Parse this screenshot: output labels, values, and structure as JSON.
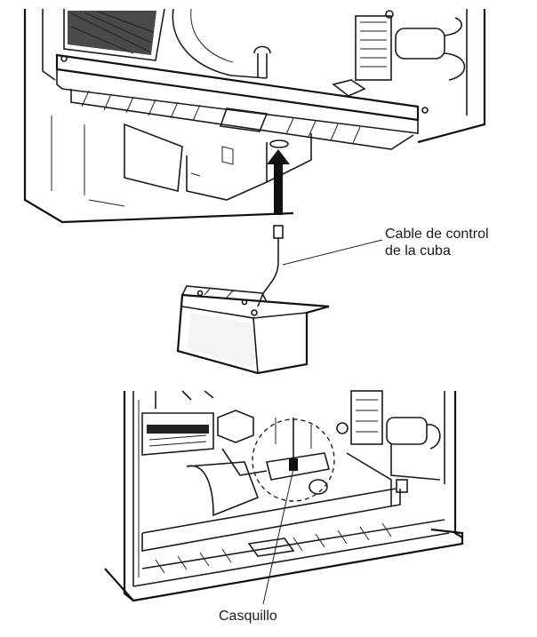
{
  "labels": {
    "cable_line1": "Cable de control",
    "cable_line2": "de la cuba",
    "casquillo": "Casquillo"
  },
  "colors": {
    "line": "#1a1a1a",
    "background": "#ffffff",
    "shade": "#d8d8d8",
    "dark_fill": "#111111"
  }
}
